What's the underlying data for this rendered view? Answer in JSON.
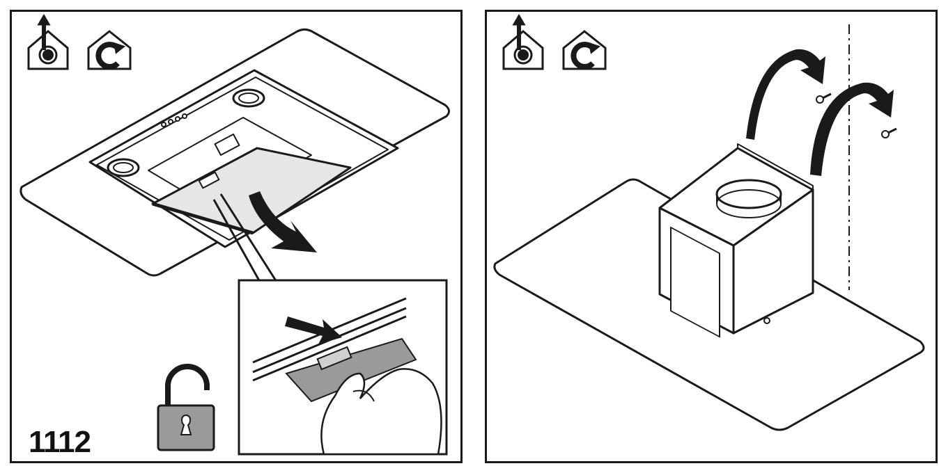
{
  "step": {
    "number": "1112"
  },
  "panels": [
    {
      "id": "left",
      "icons": [
        "ducted-mode-icon",
        "recirculation-mode-icon"
      ],
      "extra_icons": [
        "unlock-padlock-icon"
      ]
    },
    {
      "id": "right",
      "icons": [
        "ducted-mode-icon",
        "recirculation-mode-icon"
      ]
    }
  ],
  "colors": {
    "line": "#1a1a1a",
    "fill_gray": "#9a9a9a",
    "filter_gray": "#e6e6e6",
    "bg": "#ffffff"
  }
}
